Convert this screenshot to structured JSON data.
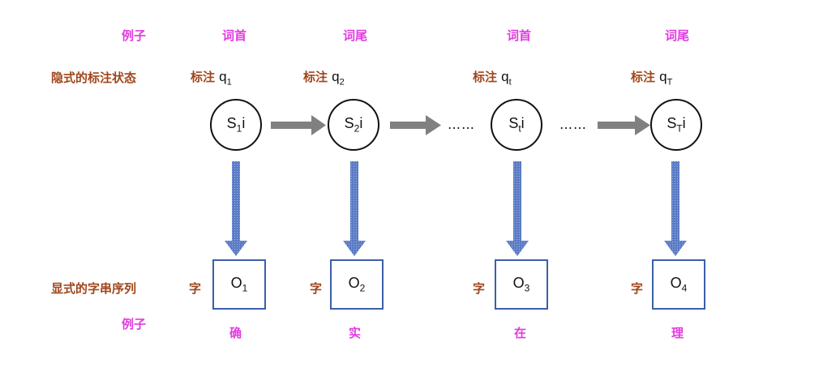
{
  "labels": {
    "example_top": "例子",
    "hidden_states": "隐式的标注状态",
    "observed_seq": "显式的字串序列",
    "example_bottom": "例子"
  },
  "top_examples": [
    "词首",
    "词尾",
    "词首",
    "词尾"
  ],
  "tag_prefix": "标注",
  "q_labels": [
    {
      "base": "q",
      "sub": "1"
    },
    {
      "base": "q",
      "sub": "2"
    },
    {
      "base": "q",
      "sub": "t"
    },
    {
      "base": "q",
      "sub": "T"
    }
  ],
  "states": [
    {
      "base": "S",
      "sub": "1",
      "suffix": "i"
    },
    {
      "base": "S",
      "sub": "2",
      "suffix": "i"
    },
    {
      "base": "S",
      "sub": "t",
      "suffix": "i"
    },
    {
      "base": "S",
      "sub": "T",
      "suffix": "i"
    }
  ],
  "ellipsis": "……",
  "obs_prefix": "字",
  "observations": [
    {
      "base": "O",
      "sub": "1"
    },
    {
      "base": "O",
      "sub": "2"
    },
    {
      "base": "O",
      "sub": "3"
    },
    {
      "base": "O",
      "sub": "4"
    }
  ],
  "bottom_examples": [
    "确",
    "实",
    "在",
    "理"
  ],
  "colors": {
    "left_label": "#a0461b",
    "example": "#e23be0",
    "horizontal_arrow": "#808080",
    "vertical_arrow": "#5a7bc4",
    "obs_border": "#3b5fa8"
  }
}
